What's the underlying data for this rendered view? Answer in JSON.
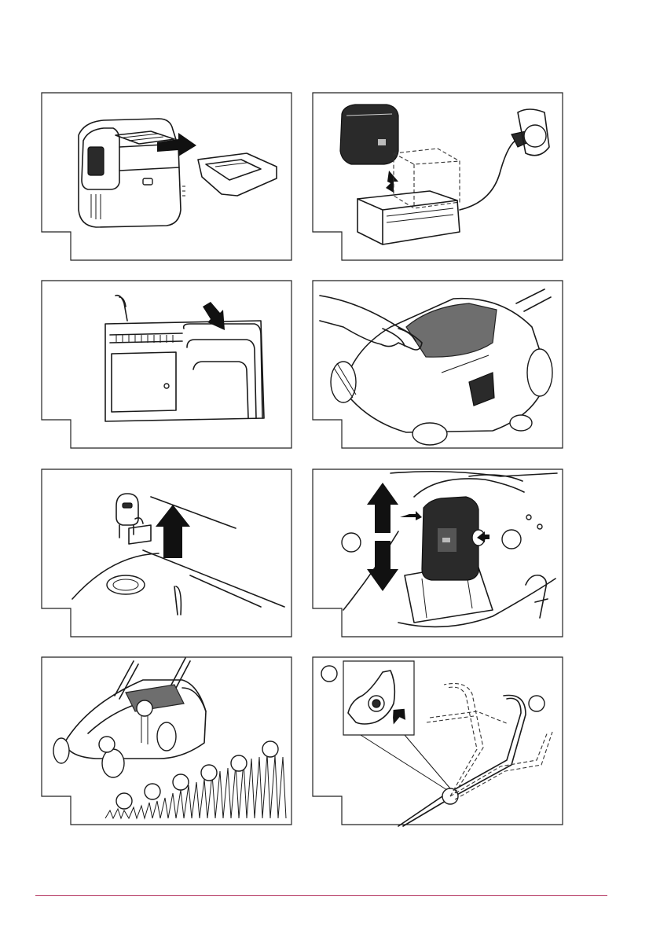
{
  "figures": [
    {
      "id": "battery-cover-removal",
      "description_icons": [
        "battery-icon",
        "protective-cover-icon",
        "pull-arrow-icon"
      ]
    },
    {
      "id": "battery-charging",
      "description_icons": [
        "battery-icon",
        "charger-icon",
        "power-plug-icon",
        "wall-socket-icon"
      ]
    },
    {
      "id": "charger-release",
      "description_icons": [
        "charger-icon",
        "press-arrow-icon"
      ]
    },
    {
      "id": "battery-cover-open",
      "description_icons": [
        "lawn-mower-icon",
        "hand-icon"
      ]
    },
    {
      "id": "safety-key",
      "description_icons": [
        "safety-key-icon",
        "pull-arrow-icon"
      ]
    },
    {
      "id": "battery-insert-remove",
      "description_icons": [
        "battery-icon",
        "up-arrow-icon",
        "down-arrow-icon"
      ]
    },
    {
      "id": "cutting-height",
      "description_icons": [
        "lawn-mower-icon",
        "grass-icon"
      ]
    },
    {
      "id": "handle-folding",
      "description_icons": [
        "handle-icon",
        "knob-icon"
      ]
    }
  ],
  "colors": {
    "line": "#1a1a1a",
    "footer_rule": "#b4325f",
    "background": "#ffffff"
  }
}
